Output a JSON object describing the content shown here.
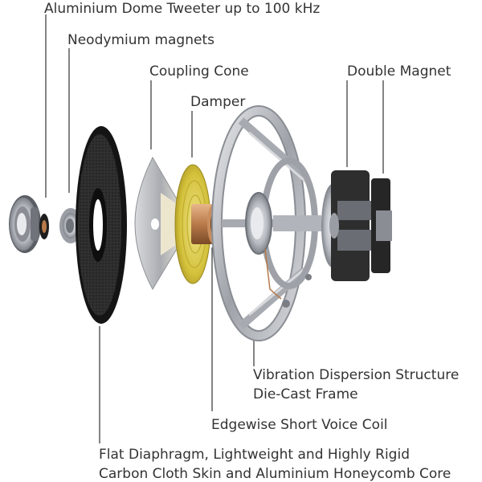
{
  "labels": {
    "tweeter": "Aluminium Dome Tweeter up to 100 kHz",
    "magnets": "Neodymium magnets",
    "coupling_cone": "Coupling Cone",
    "damper": "Damper",
    "double_magnet": "Double Magnet",
    "frame_line1": "Vibration Dispersion Structure",
    "frame_line2": "Die-Cast Frame",
    "voice_coil": "Edgewise Short Voice Coil",
    "diaphragm_line1": "Flat Diaphragm, Lightweight and Highly Rigid",
    "diaphragm_line2": "Carbon Cloth Skin and Aluminium Honeycomb Core"
  },
  "colors": {
    "text": "#333333",
    "leader_line": "#333333",
    "damper": "#d4c23c",
    "diaphragm": "#1e1e1e",
    "aluminium": "#b8bcc2",
    "copper": "#b87a4a",
    "magnet": "#2e2e2e"
  }
}
